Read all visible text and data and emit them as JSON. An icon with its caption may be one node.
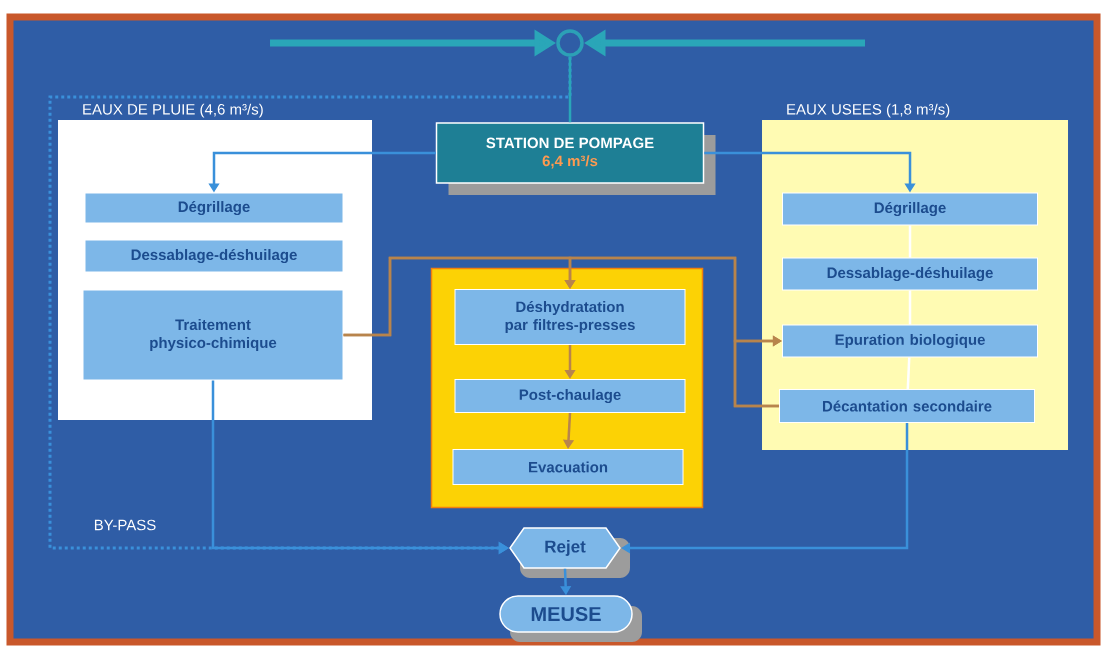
{
  "diagram": {
    "nodes": [
      {
        "text": [
          "STATION DE POMPAGE",
          "6,4 m³/s"
        ]
      },
      {
        "text": [],
        "shape": "circle"
      },
      {
        "text": [
          "EAUX DE PLUIE (4,6 m³/s)"
        ]
      },
      {
        "text": [
          "Dégrillage"
        ],
        "in": 2
      },
      {
        "text": [
          "Dessablage-déshuilage"
        ],
        "in": 2
      },
      {
        "text": [
          "Traitement physico-chimique"
        ],
        "in": 2
      },
      {
        "text": [],
        "shape": "box"
      },
      {
        "text": [
          "Déshydratation par filtres-presses"
        ],
        "in": 6
      },
      {
        "text": [
          "Post-chaulage"
        ],
        "in": 6
      },
      {
        "text": [
          "Evacuation"
        ],
        "in": 6
      },
      {
        "text": [
          "EAUX USEES (1,8 m³/s)"
        ]
      },
      {
        "text": [
          "Dégrillage"
        ],
        "in": 10
      },
      {
        "text": [
          "Dessablage-déshuilage"
        ],
        "in": 10
      },
      {
        "text": [
          "Epuration biologique"
        ],
        "in": 10
      },
      {
        "text": [
          "Décantation secondaire"
        ],
        "in": 10
      },
      {
        "text": [
          "Rejet"
        ]
      },
      {
        "text": [
          "MEUSE"
        ]
      }
    ],
    "edges": [
      {
        "from": null,
        "to": 1,
        "arrow": "to",
        "style": "thick",
        "color": "#2aa6b8"
      },
      {
        "from": null,
        "to": 1,
        "arrow": "to",
        "style": "thick",
        "color": "#2aa6b8"
      },
      {
        "from": 1,
        "to": 15,
        "arrow": "to",
        "style": "dashed",
        "label": "BY-PASS"
      },
      {
        "from": 1,
        "to": 0,
        "arrow": "none",
        "color": "#2aa6b8"
      },
      {
        "from": 0,
        "to": 3,
        "arrow": "to"
      },
      {
        "from": 0,
        "to": 11,
        "arrow": "to"
      },
      {
        "from": 5,
        "to": 7,
        "arrow": "to",
        "color": "#b8844c"
      },
      {
        "from": 14,
        "to": 7,
        "arrow": "to",
        "color": "#b8844c"
      },
      {
        "from": 5,
        "to": 13,
        "arrow": "to",
        "color": "#b8844c"
      },
      {
        "from": 14,
        "to": 13,
        "arrow": "to",
        "color": "#b8844c"
      },
      {
        "from": 7,
        "to": 8,
        "arrow": "to",
        "color": "#b8844c"
      },
      {
        "from": 8,
        "to": 9,
        "arrow": "to",
        "color": "#b8844c"
      },
      {
        "from": 11,
        "to": 12,
        "arrow": "none",
        "color": "#ffffff"
      },
      {
        "from": 12,
        "to": 13,
        "arrow": "none",
        "color": "#ffffff"
      },
      {
        "from": 13,
        "to": 14,
        "arrow": "none",
        "color": "#ffffff"
      },
      {
        "from": 5,
        "to": 15,
        "arrow": "to"
      },
      {
        "from": 14,
        "to": 15,
        "arrow": "to"
      },
      {
        "from": 15,
        "to": 16,
        "arrow": "to"
      }
    ]
  }
}
